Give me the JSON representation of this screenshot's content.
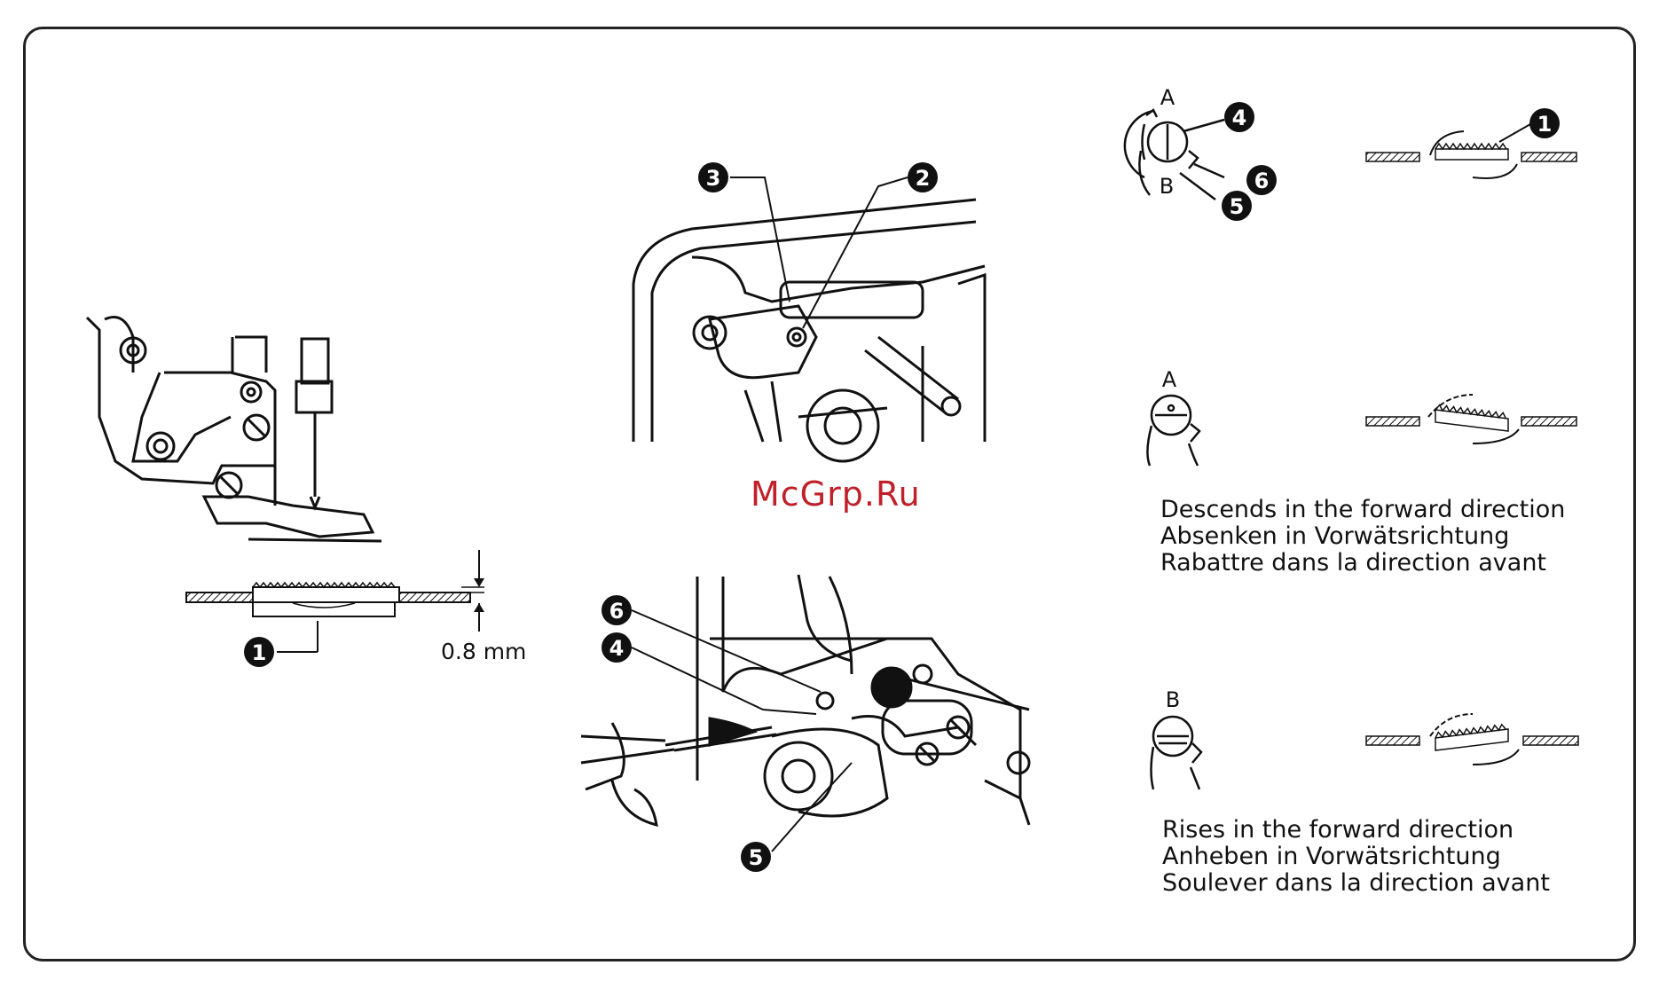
{
  "watermark": "McGrp.Ru",
  "measurement": {
    "gap_label": "0.8 mm"
  },
  "callouts": {
    "foot_1": "1",
    "top_2": "2",
    "top_3": "3",
    "bottom_4": "4",
    "bottom_5": "5",
    "bottom_6": "6",
    "dial_4": "4",
    "dial_5": "5",
    "dial_6": "6",
    "feed_1": "1"
  },
  "dial_labels": {
    "top_a": "A",
    "top_b": "B",
    "middle_a": "A",
    "bottom_b": "B"
  },
  "captions": {
    "descends": [
      "Descends in the forward direction",
      "Absenken in Vorwätsrichtung",
      "Rabattre dans la direction avant"
    ],
    "rises": [
      "Rises in the forward direction",
      "Anheben in Vorwätsrichtung",
      "Soulever dans la direction avant"
    ]
  },
  "colors": {
    "ink": "#111111",
    "watermark": "#c0202a",
    "paper": "#ffffff"
  }
}
